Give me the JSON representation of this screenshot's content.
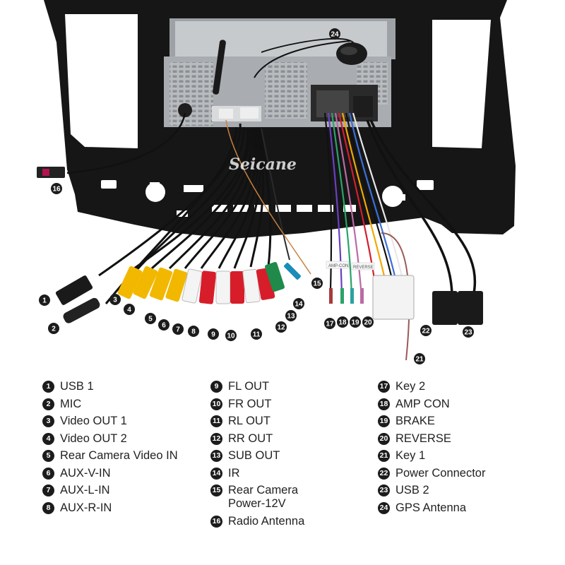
{
  "brand": {
    "watermark": "Seicane"
  },
  "tags": {
    "amp_con": "AMP-CON",
    "reverse": "REVERSE"
  },
  "legend": [
    {
      "num": "1",
      "label": "USB 1"
    },
    {
      "num": "2",
      "label": "MIC"
    },
    {
      "num": "3",
      "label": "Video OUT 1"
    },
    {
      "num": "4",
      "label": "Video OUT 2"
    },
    {
      "num": "5",
      "label": "Rear Camera Video IN"
    },
    {
      "num": "6",
      "label": "AUX-V-IN"
    },
    {
      "num": "7",
      "label": "AUX-L-IN"
    },
    {
      "num": "8",
      "label": "AUX-R-IN"
    },
    {
      "num": "9",
      "label": "FL OUT"
    },
    {
      "num": "10",
      "label": "FR OUT"
    },
    {
      "num": "11",
      "label": "RL OUT"
    },
    {
      "num": "12",
      "label": "RR OUT"
    },
    {
      "num": "13",
      "label": "SUB OUT"
    },
    {
      "num": "14",
      "label": "IR"
    },
    {
      "num": "15",
      "label": "Rear Camera\nPower-12V"
    },
    {
      "num": "16",
      "label": "Radio Antenna"
    },
    {
      "num": "17",
      "label": "Key 2"
    },
    {
      "num": "18",
      "label": "AMP CON"
    },
    {
      "num": "19",
      "label": "BRAKE"
    },
    {
      "num": "20",
      "label": "REVERSE"
    },
    {
      "num": "21",
      "label": "Key 1"
    },
    {
      "num": "22",
      "label": "Power Connector"
    },
    {
      "num": "23",
      "label": "USB 2"
    },
    {
      "num": "24",
      "label": "GPS Antenna"
    }
  ],
  "colors": {
    "frame": "#161616",
    "chassis": "#b9bcbf",
    "rca_yellow": "#f2b800",
    "rca_white": "#f4f4f4",
    "rca_red": "#d81d2a",
    "rca_green": "#1f8a4a",
    "callout": "#1c1c1c"
  }
}
